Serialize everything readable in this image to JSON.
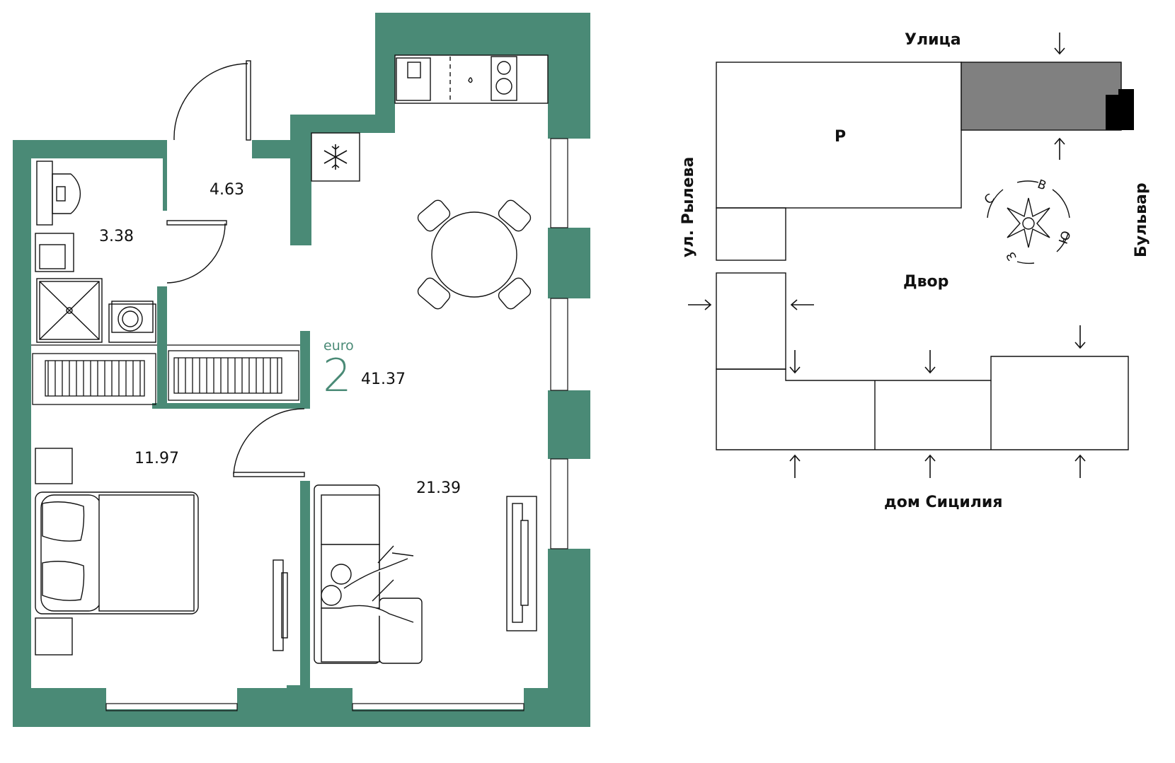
{
  "colors": {
    "wall": "#4a8a76",
    "accent": "#4a8a76",
    "ink": "#111111",
    "neighbor_block": "#808080",
    "background": "#ffffff"
  },
  "plan": {
    "type_label": "euro",
    "room_count": "2",
    "total_area": "41.37",
    "rooms": [
      {
        "id": "hallway",
        "area": "4.63"
      },
      {
        "id": "bathroom",
        "area": "3.38"
      },
      {
        "id": "bedroom",
        "area": "11.97"
      },
      {
        "id": "kitchen-living",
        "area": "21.39"
      }
    ],
    "icons": [
      "snowflake-icon",
      "bed-icon",
      "sofa-icon",
      "table-icon",
      "tv-icon",
      "stove-icon",
      "sink-icon",
      "toilet-icon",
      "shower-icon",
      "washing-machine-icon",
      "radiator-icon"
    ]
  },
  "site": {
    "street_top": "Улица",
    "street_left": "ул. Рылева",
    "street_right": "Бульвар",
    "courtyard": "Двор",
    "neighbor_bottom": "дом Сицилия",
    "building_label": "Р",
    "compass": {
      "north": "С",
      "east": "В",
      "south": "Ю",
      "west": "З"
    }
  }
}
